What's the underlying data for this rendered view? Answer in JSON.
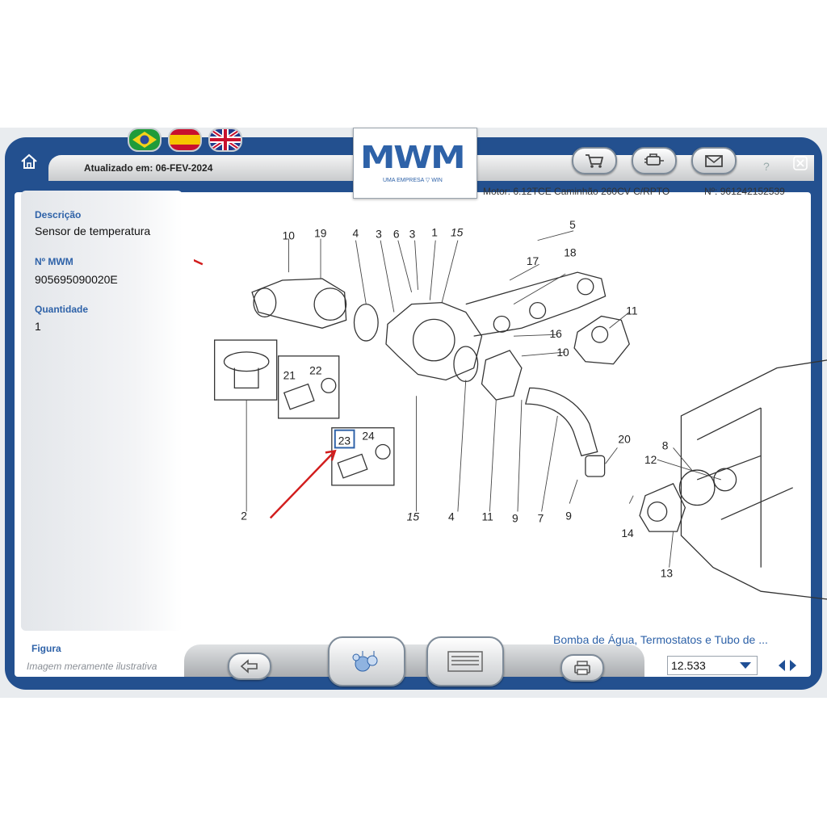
{
  "flags": {
    "br": "Português",
    "es": "Español",
    "uk": "English"
  },
  "header": {
    "updated": "Atualizado em: 06-FEV-2024",
    "motor": "Motor: 6.12TCE Caminhão 260CV C/RPTO",
    "serial": "Nº: 961242152539"
  },
  "logo": {
    "text": "MWM",
    "sub": "UMA EMPRESA ▽ WIN"
  },
  "help": "?",
  "details": {
    "desc_label": "Descrição",
    "desc_value": "Sensor de temperatura",
    "nmwm_label": "Nº MWM",
    "nmwm_value": "905695090020E",
    "qty_label": "Quantidade",
    "qty_value": "1"
  },
  "figure": {
    "label": "Figura",
    "caption": "Imagem meramente ilustrativa"
  },
  "footer": {
    "title": "Bomba de Água, Termostatos e Tubo de ...",
    "select_value": "12.533"
  },
  "callouts": {
    "c10a": "10",
    "c19": "19",
    "c4a": "4",
    "c3a": "3",
    "c6": "6",
    "c3b": "3",
    "c1": "1",
    "c15a": "15",
    "c5": "5",
    "c17": "17",
    "c18": "18",
    "c11a": "11",
    "c16": "16",
    "c10b": "10",
    "c21": "21",
    "c22": "22",
    "c23": "23",
    "c24": "24",
    "c20": "20",
    "c8": "8",
    "c12": "12",
    "c2": "2",
    "c15b": "15",
    "c4b": "4",
    "c11b": "11",
    "c9a": "9",
    "c7": "7",
    "c9b": "9",
    "c14": "14",
    "c13": "13"
  },
  "colors": {
    "frame": "#23508f",
    "accent": "#2e62a8",
    "highlight": "#d21d1d"
  }
}
